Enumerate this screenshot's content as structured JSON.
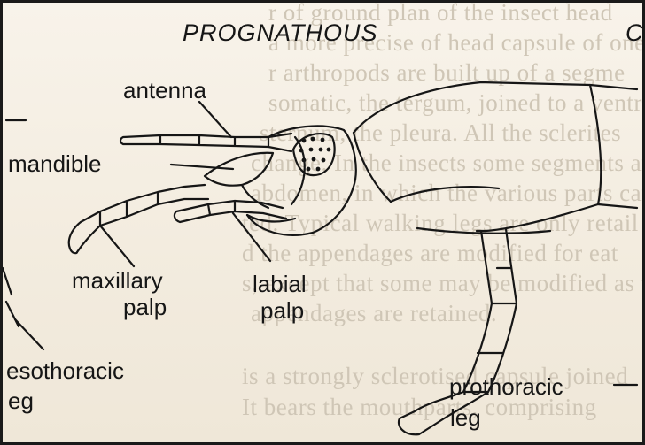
{
  "figure": {
    "title": "PROGNATHOUS",
    "title_next": "C",
    "labels": {
      "antenna": "antenna",
      "mandible": "mandible",
      "maxillary": "maxillary",
      "maxillary_2": "palp",
      "labial": "labial",
      "labial_2": "palp",
      "mesothoracic": "esothoracic",
      "mesothoracic_2": "eg",
      "prothoracic": "prothoracic",
      "prothoracic_2": "leg"
    }
  },
  "bleed_through": [
    "r of ground plan of the insect head",
    "a more precise of head capsule of one scle",
    "r arthropods are built up of a segme",
    "somatic, the tergum, joined to a ventra",
    "sternum, the pleura. All the sclerites",
    "change. In the insects some segments are",
    "abdomen, in which the various parts can",
    "ted. Typical walking legs are only retail",
    "d the appendages are modified for eat",
    "s, except that some may be modified as w",
    "appendages are retained.",
    "is a strongly sclerotised capsule joined",
    "It bears the mouthparts, comprising"
  ],
  "colors": {
    "ink": "#161616",
    "paper": "#f6f0e5",
    "bleed": "#cfc6b6"
  }
}
